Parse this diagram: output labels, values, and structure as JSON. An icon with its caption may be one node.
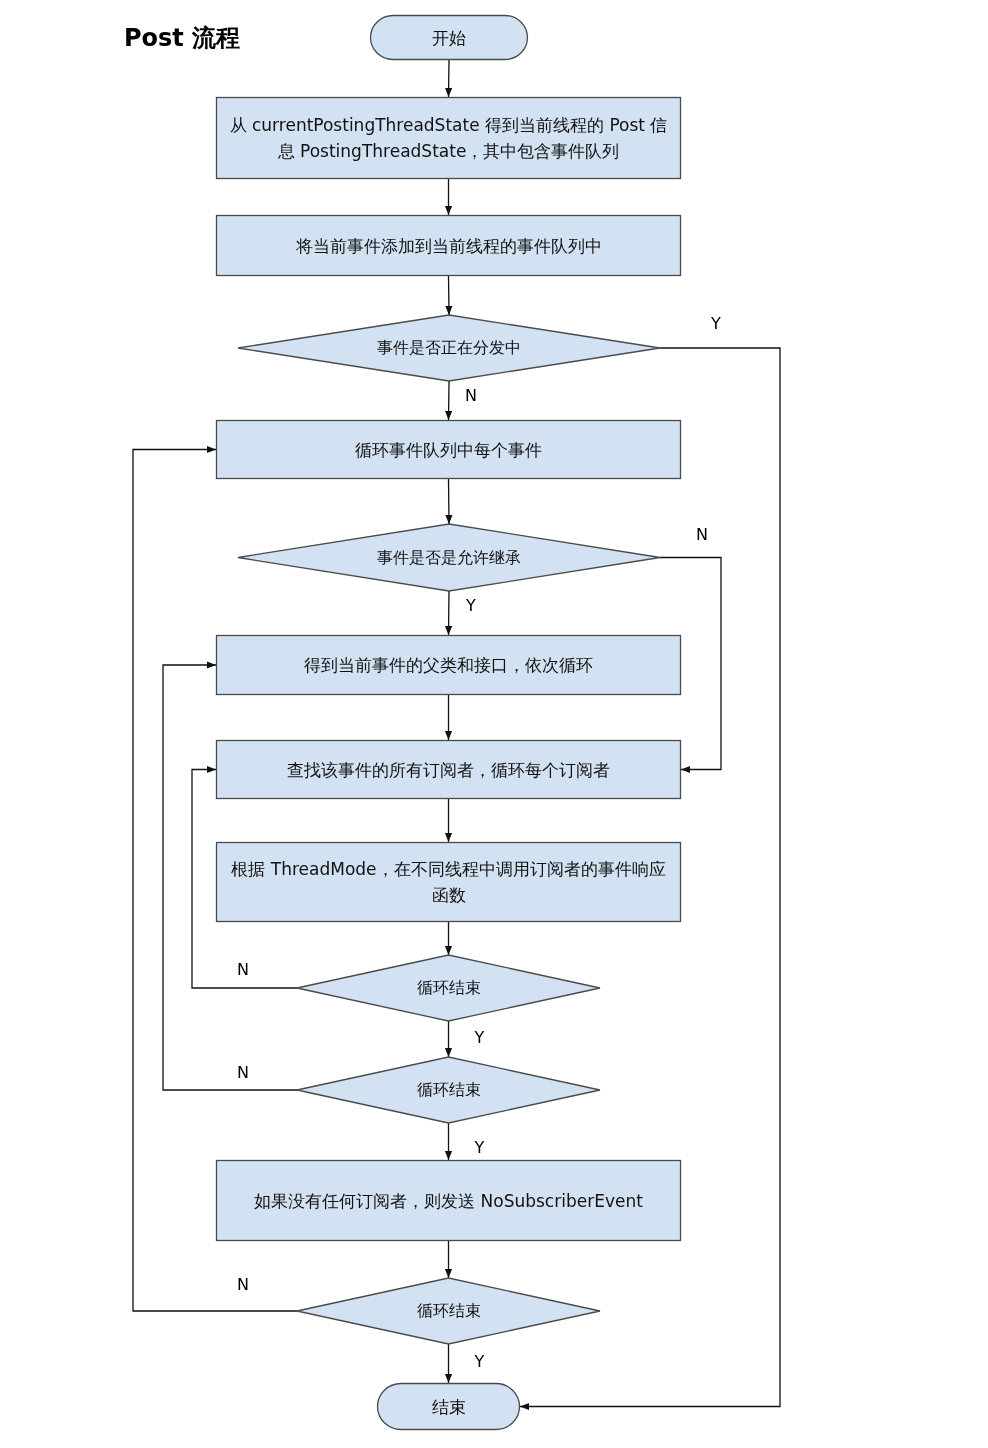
{
  "diagram": {
    "title": "Post 流程",
    "nodes": [
      {
        "text": [
          "开始"
        ]
      },
      {
        "text": [
          "从 currentPostingThreadState 得到当前线程的 Post 信息 PostingThreadState，其中包含事件队列"
        ]
      },
      {
        "text": [
          "将当前事件添加到当前线程的事件队列中"
        ]
      },
      {
        "text": [
          "事件是否正在分发中"
        ]
      },
      {
        "text": [
          "循环事件队列中每个事件"
        ]
      },
      {
        "text": [
          "事件是否是允许继承"
        ]
      },
      {
        "text": [
          "得到当前事件的父类和接口，依次循环"
        ]
      },
      {
        "text": [
          "查找该事件的所有订阅者，循环每个订阅者"
        ]
      },
      {
        "text": [
          "根据 ThreadMode，在不同线程中调用订阅者的事件响应函数"
        ]
      },
      {
        "text": [
          "循环结束"
        ]
      },
      {
        "text": [
          "循环结束"
        ]
      },
      {
        "text": [
          "如果没有任何订阅者，则发送 NoSubscriberEvent"
        ]
      },
      {
        "text": [
          "循环结束"
        ]
      },
      {
        "text": [
          "结束"
        ]
      }
    ],
    "edges": [
      {
        "from": 0,
        "to": 1,
        "arrow": "to"
      },
      {
        "from": 1,
        "to": 2,
        "arrow": "to"
      },
      {
        "from": 2,
        "to": 3,
        "arrow": "to"
      },
      {
        "from": 3,
        "to": 13,
        "arrow": "to",
        "label": "Y"
      },
      {
        "from": 3,
        "to": 4,
        "arrow": "to",
        "label": "N"
      },
      {
        "from": 4,
        "to": 5,
        "arrow": "to"
      },
      {
        "from": 5,
        "to": 6,
        "arrow": "to",
        "label": "Y"
      },
      {
        "from": 5,
        "to": 7,
        "arrow": "to",
        "label": "N"
      },
      {
        "from": 6,
        "to": 7,
        "arrow": "to"
      },
      {
        "from": 7,
        "to": 8,
        "arrow": "to"
      },
      {
        "from": 8,
        "to": 9,
        "arrow": "to"
      },
      {
        "from": 9,
        "to": 7,
        "arrow": "to",
        "label": "N"
      },
      {
        "from": 9,
        "to": 10,
        "arrow": "to",
        "label": "Y"
      },
      {
        "from": 10,
        "to": 6,
        "arrow": "to",
        "label": "N"
      },
      {
        "from": 10,
        "to": 11,
        "arrow": "to",
        "label": "Y"
      },
      {
        "from": 11,
        "to": 12,
        "arrow": "to"
      },
      {
        "from": 12,
        "to": 4,
        "arrow": "to",
        "label": "N"
      },
      {
        "from": 12,
        "to": 13,
        "arrow": "to",
        "label": "Y"
      }
    ]
  }
}
